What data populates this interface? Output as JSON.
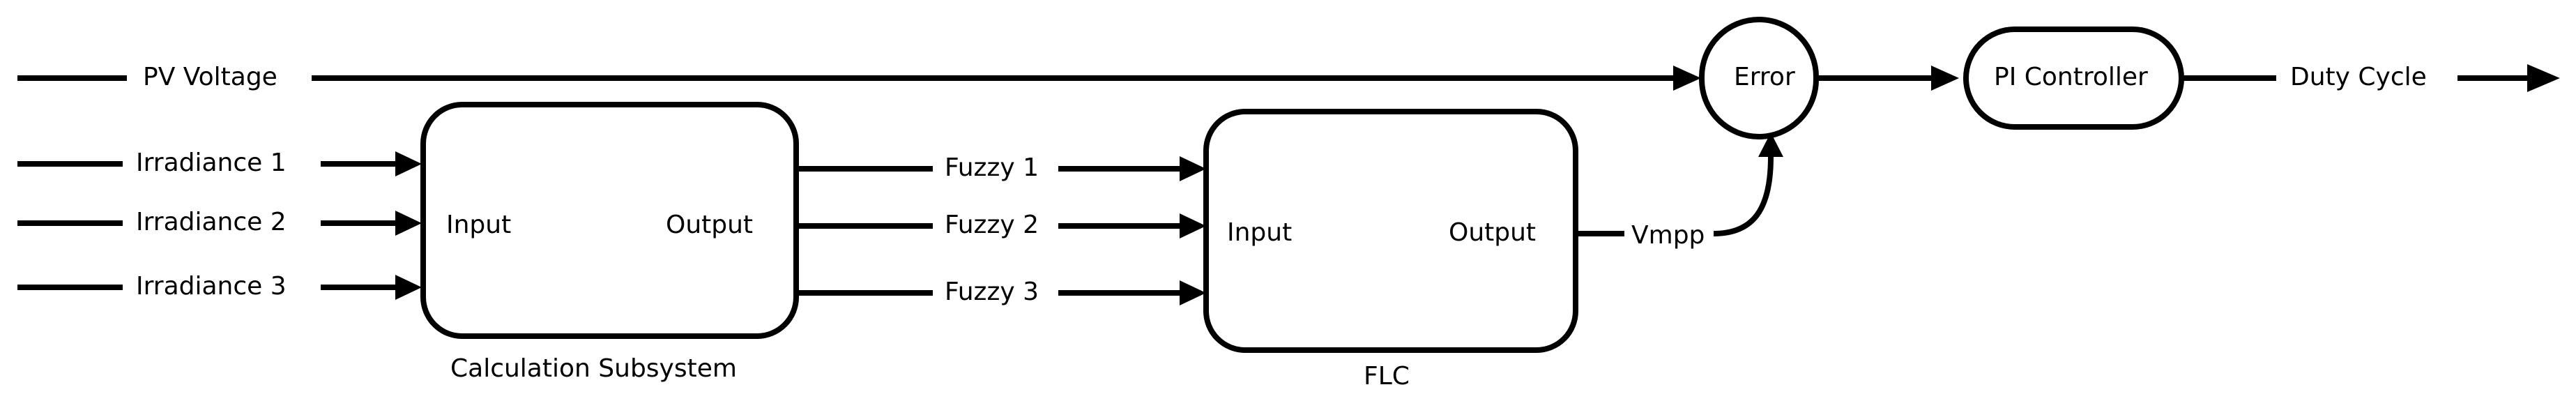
{
  "signals": {
    "pv_voltage": "PV Voltage",
    "irradiance_1": "Irradiance 1",
    "irradiance_2": "Irradiance 2",
    "irradiance_3": "Irradiance 3",
    "fuzzy_1": "Fuzzy 1",
    "fuzzy_2": "Fuzzy 2",
    "fuzzy_3": "Fuzzy 3",
    "vmpp": "Vmpp",
    "duty_cycle": "Duty Cycle"
  },
  "blocks": {
    "calculation": {
      "input_label": "Input",
      "output_label": "Output",
      "caption": "Calculation Subsystem"
    },
    "flc": {
      "input_label": "Input",
      "output_label": "Output",
      "caption": "FLC"
    },
    "error": {
      "label": "Error"
    },
    "pi_controller": {
      "label": "PI Controller"
    }
  }
}
